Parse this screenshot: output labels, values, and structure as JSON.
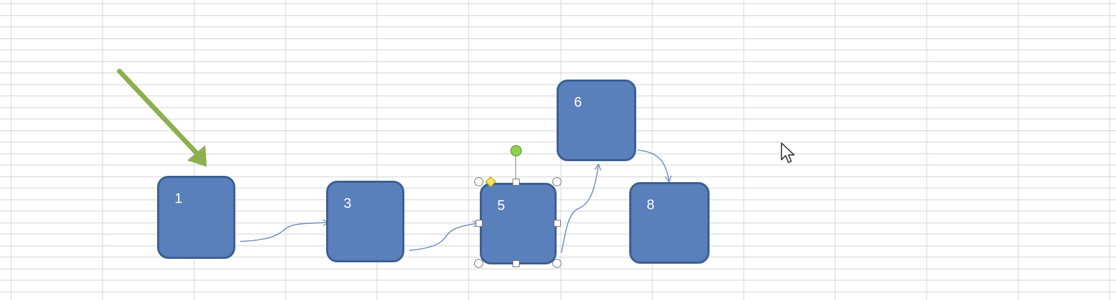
{
  "sheet": {
    "gridline_color": "#d4d4d4",
    "background": "#ffffff"
  },
  "shapes": [
    {
      "id": "1",
      "label": "1"
    },
    {
      "id": "3",
      "label": "3"
    },
    {
      "id": "5",
      "label": "5",
      "selected": true
    },
    {
      "id": "6",
      "label": "6"
    },
    {
      "id": "8",
      "label": "8"
    }
  ],
  "connectors": [
    {
      "from": "1",
      "to": "3"
    },
    {
      "from": "3",
      "to": "5"
    },
    {
      "from": "5",
      "to": "6"
    },
    {
      "from": "6",
      "to": "8"
    }
  ],
  "colors": {
    "shape_fill": "#5a80bb",
    "shape_border": "#3c5f92",
    "connector": "#6f8fbf",
    "callout_arrow": "#8cb050",
    "rotate_handle": "#8fd14f",
    "adjust_handle": "#f7e45a"
  },
  "icons": {
    "pointer": "mouse-pointer-icon",
    "callout": "callout-arrow-icon"
  }
}
